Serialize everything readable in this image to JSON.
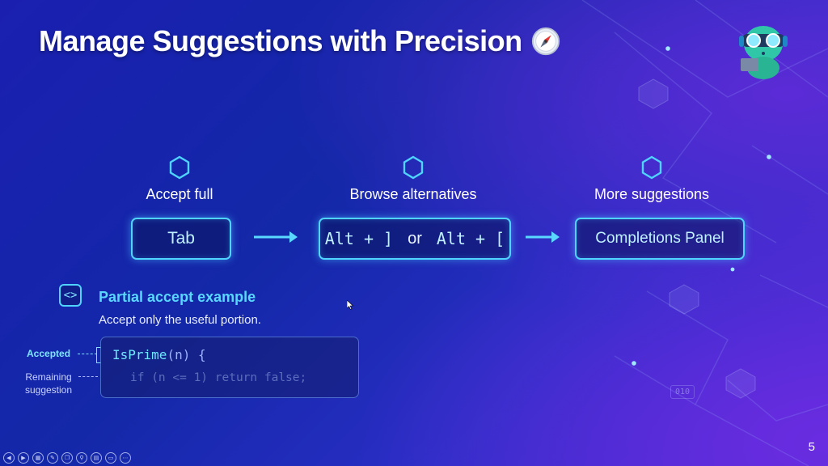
{
  "slide": {
    "title": "Manage Suggestions with Precision",
    "page_number": "5"
  },
  "steps": [
    {
      "label": "Accept full"
    },
    {
      "label": "Browse alternatives"
    },
    {
      "label": "More suggestions"
    }
  ],
  "keys": {
    "tab": "Tab",
    "alt_next": "Alt + ]",
    "or": "or",
    "alt_prev": "Alt + [",
    "panel": "Completions Panel"
  },
  "partial": {
    "icon_glyph": "<>",
    "title": "Partial accept example",
    "subtitle": "Accept only the useful portion.",
    "accepted_label": "Accepted",
    "remaining_label_1": "Remaining",
    "remaining_label_2": "suggestion",
    "code_line1_name": "IsPrime",
    "code_line1_args": "(n)",
    "code_line1_brace": " {",
    "code_line2": "if (n <= 1) return false;"
  },
  "decor": {
    "binary_tag": "010"
  },
  "colors": {
    "accent_cyan": "#4fd4ff",
    "title_text": "#ffffff",
    "partial_title": "#59d8ff"
  },
  "icons": [
    "compass-icon",
    "hexagon-icon",
    "arrow-right-icon",
    "code-brackets-icon",
    "robot-mascot-icon",
    "mouse-cursor-icon"
  ]
}
